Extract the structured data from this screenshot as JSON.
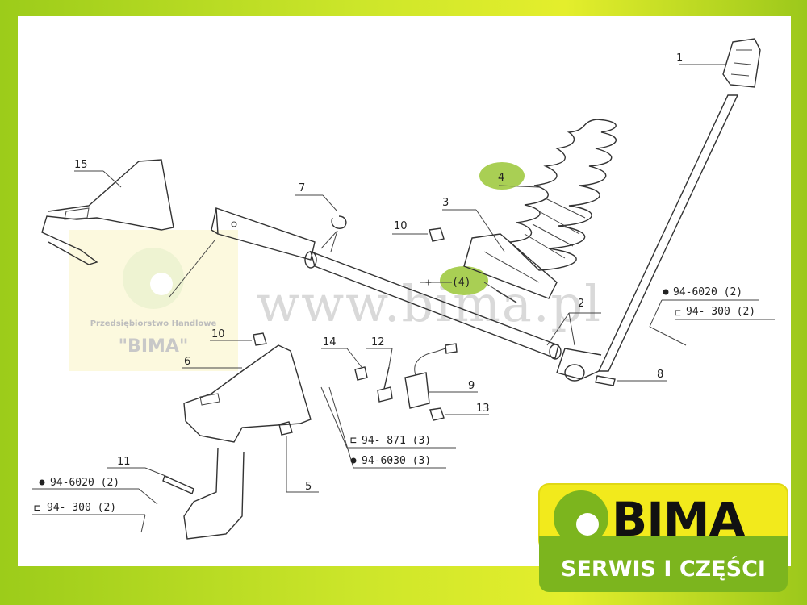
{
  "watermark": {
    "url": "www.bima.pl",
    "company_line": "Przedsiębiorstwo Handlowe",
    "company_name": "\"BIMA\""
  },
  "logo": {
    "name": "BIMA",
    "tagline": "SERWIS I CZĘŚCI",
    "colors": {
      "yellow": "#f2ea1c",
      "green": "#7cb51e",
      "dark": "#111111"
    }
  },
  "part_numbers": {
    "p1": "1",
    "p2": "2",
    "p3": "3",
    "p4": "4",
    "p4b": "(4)",
    "p5": "5",
    "p6": "6",
    "p7": "7",
    "p8": "8",
    "p9": "9",
    "p10a": "10",
    "p10b": "10",
    "p11": "11",
    "p12": "12",
    "p13": "13",
    "p14": "14",
    "p15": "15"
  },
  "fasteners": {
    "right_nut": "94-6020 (2)",
    "right_bolt": "94- 300 (2)",
    "mid_bolt": "94- 871 (3)",
    "mid_nut": "94-6030 (3)",
    "left_nut": "94-6020 (2)",
    "left_bolt": "94- 300 (2)"
  },
  "colors": {
    "highlight": "#a9cf54",
    "frame": "#b5d824"
  }
}
